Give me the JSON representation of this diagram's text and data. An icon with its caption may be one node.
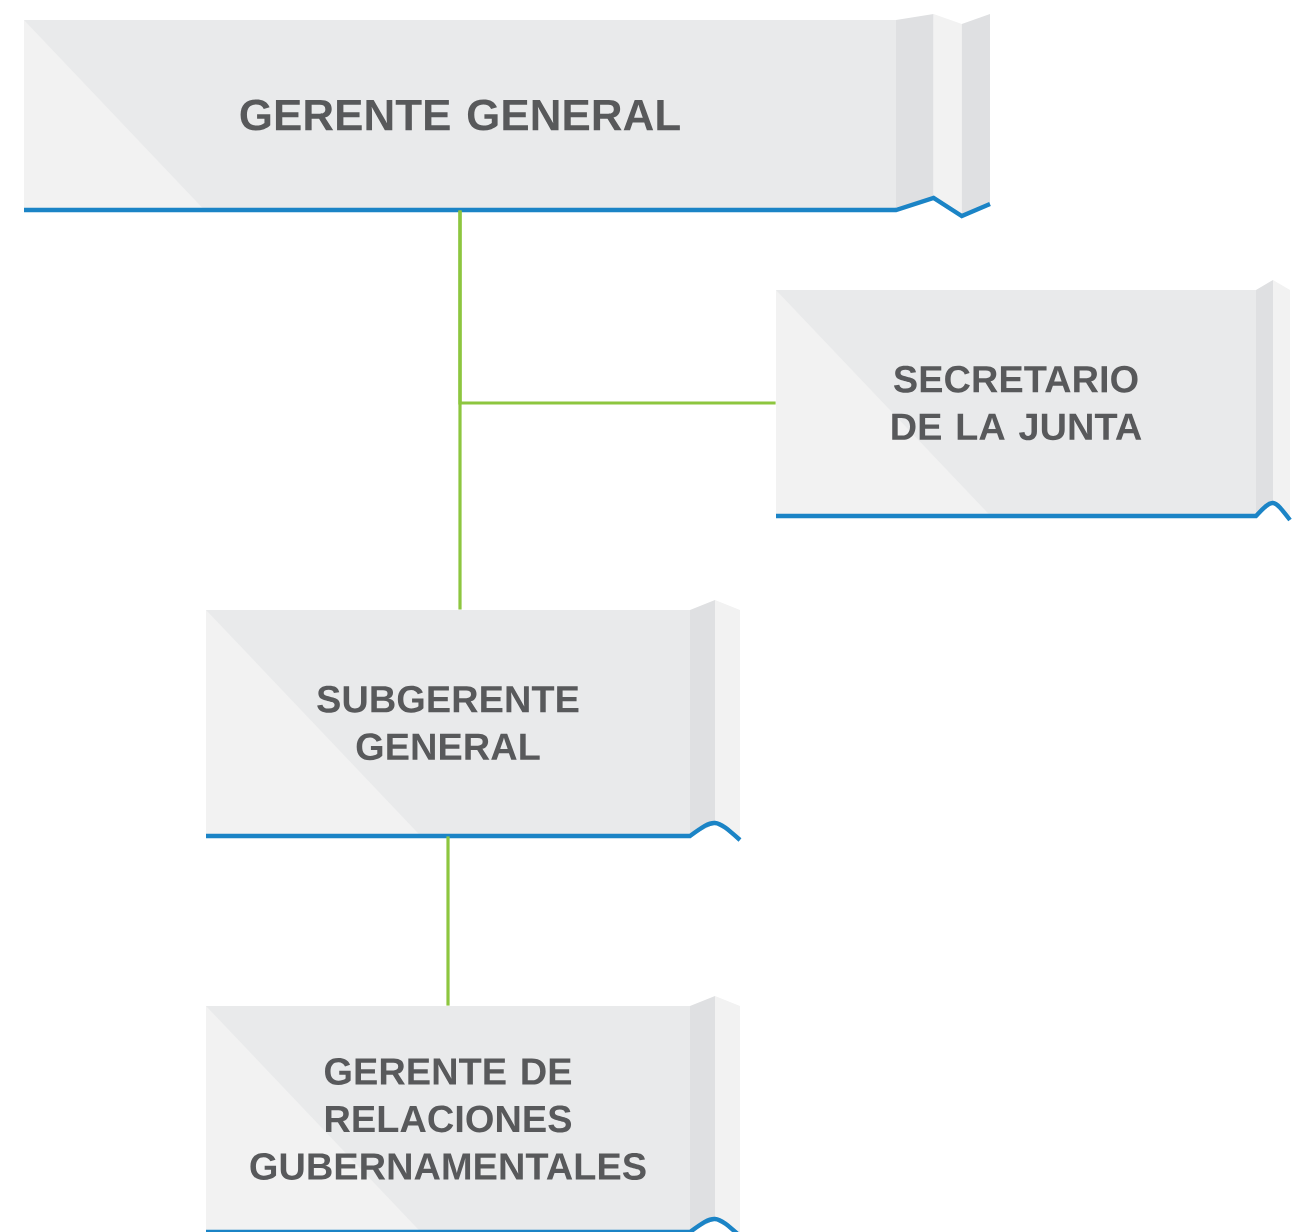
{
  "diagram": {
    "nodes": [
      {
        "text": [
          "GERENTE GENERAL"
        ]
      },
      {
        "text": [
          "SECRETARIO DE LA JUNTA"
        ]
      },
      {
        "text": [
          "SUBGERENTE GENERAL"
        ]
      },
      {
        "text": [
          "GERENTE DE RELACIONES GUBERNAMENTALES"
        ]
      }
    ],
    "edges": [
      {
        "from": 0,
        "to": 2,
        "arrow": "none"
      },
      {
        "from": 0,
        "to": 1,
        "arrow": "none"
      },
      {
        "from": 2,
        "to": 3,
        "arrow": "none"
      }
    ]
  }
}
